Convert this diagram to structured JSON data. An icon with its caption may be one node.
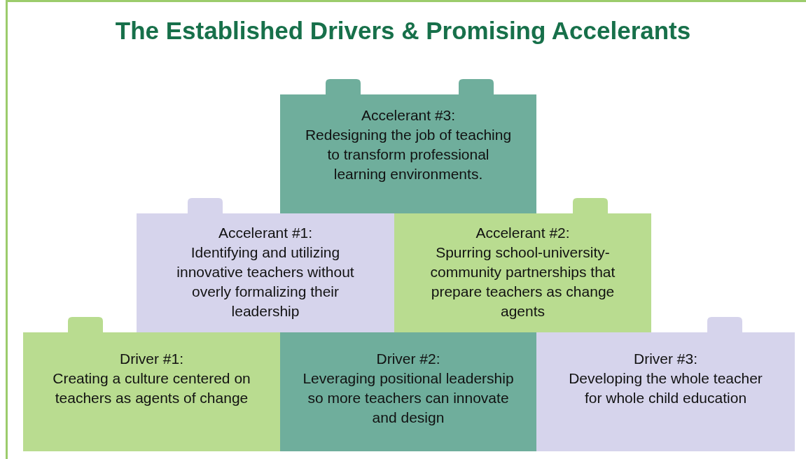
{
  "diagram": {
    "title": "The Established Drivers & Promising Accelerants",
    "nodes": [
      {
        "text": [
          "Accelerant #3:",
          "Redesigning the job of teaching to transform professional learning environments."
        ]
      },
      {
        "text": [
          "Accelerant #1:",
          "Identifying and utilizing innovative teachers without overly formalizing their leadership"
        ]
      },
      {
        "text": [
          "Accelerant #2:",
          "Spurring school-university-community partnerships that prepare teachers as change agents"
        ]
      },
      {
        "text": [
          "Driver #1:",
          "Creating a culture centered on teachers as agents of change"
        ]
      },
      {
        "text": [
          "Driver #2:",
          "Leveraging positional leadership so more teachers can innovate and design"
        ]
      },
      {
        "text": [
          "Driver #3:",
          "Developing the whole teacher for whole child education"
        ]
      }
    ],
    "edges": []
  }
}
